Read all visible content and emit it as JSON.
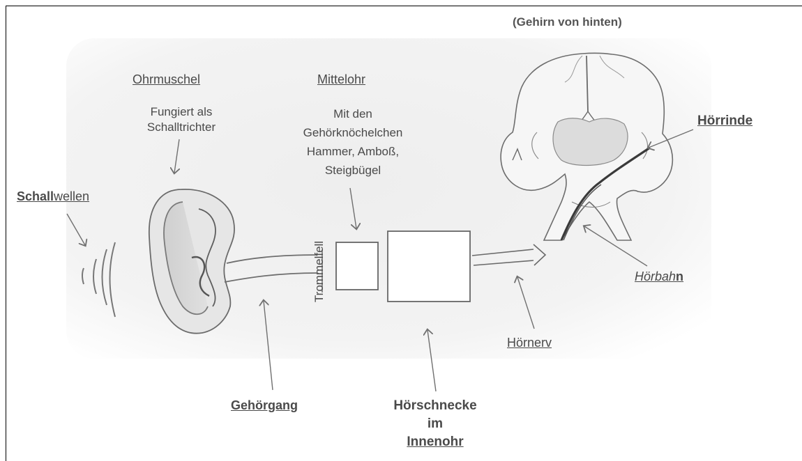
{
  "header": {
    "brain_view": "(Gehirn von hinten)"
  },
  "labels": {
    "ohrmuschel": {
      "title": "Ohrmuschel",
      "desc_line1": "Fungiert als",
      "desc_line2": "Schalltrichter"
    },
    "mittelohr": {
      "title": "Mittelohr",
      "line1": "Mit den",
      "line2": "Gehörknöchelchen",
      "line3": "Hammer, Amboß,",
      "line4": "Steigbügel"
    },
    "schallwellen": {
      "part1": "Schall",
      "part2": "wellen"
    },
    "trommelfell": "Trommelfell",
    "gehoergang": "Gehörgang",
    "hoerschnecke": {
      "line1": "Hörschnecke",
      "line2": "im",
      "line3": "Innenohr"
    },
    "hoernerv": "Hörnerv",
    "hoerbahn": {
      "part1": "Hörbah",
      "part2": "n"
    },
    "hoerrinde": "Hörrinde"
  },
  "colors": {
    "ink": "#4a4a4a",
    "pencil": "#6b6b6b",
    "paper": "#ececec",
    "frame": "#000000"
  }
}
